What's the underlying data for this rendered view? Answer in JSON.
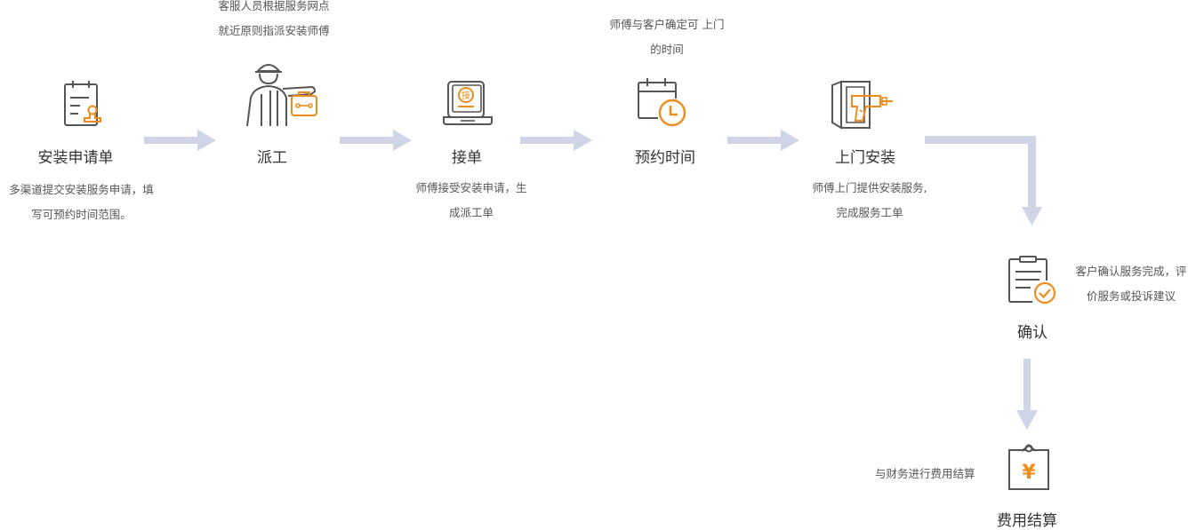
{
  "steps": [
    {
      "title": "安装申请单",
      "desc": [
        "多渠道提交安装服务申请，填",
        "写可预约时间范围。"
      ]
    },
    {
      "title": "派工",
      "desc": [
        "客服人员根据服务网点",
        "就近原则指派安装师傅"
      ]
    },
    {
      "title": "接单",
      "desc": [
        "师傅接受安装申请，生",
        "成派工单"
      ],
      "badge": "接"
    },
    {
      "title": "预约时间",
      "desc": [
        "师傅与客户确定可 上门",
        "的时间"
      ]
    },
    {
      "title": "上门安装",
      "desc": [
        "师傅上门提供安装服务,",
        "完成服务工单"
      ]
    },
    {
      "title": "确认",
      "desc": [
        "客户确认服务完成，评",
        "价服务或投诉建议"
      ]
    },
    {
      "title": "费用结算",
      "desc": [
        "与财务进行费用结算"
      ],
      "badge": "¥"
    }
  ],
  "colors": {
    "accent": "#f08c1e",
    "arrow": "#cfd5e6",
    "icon_stroke": "#555555"
  }
}
